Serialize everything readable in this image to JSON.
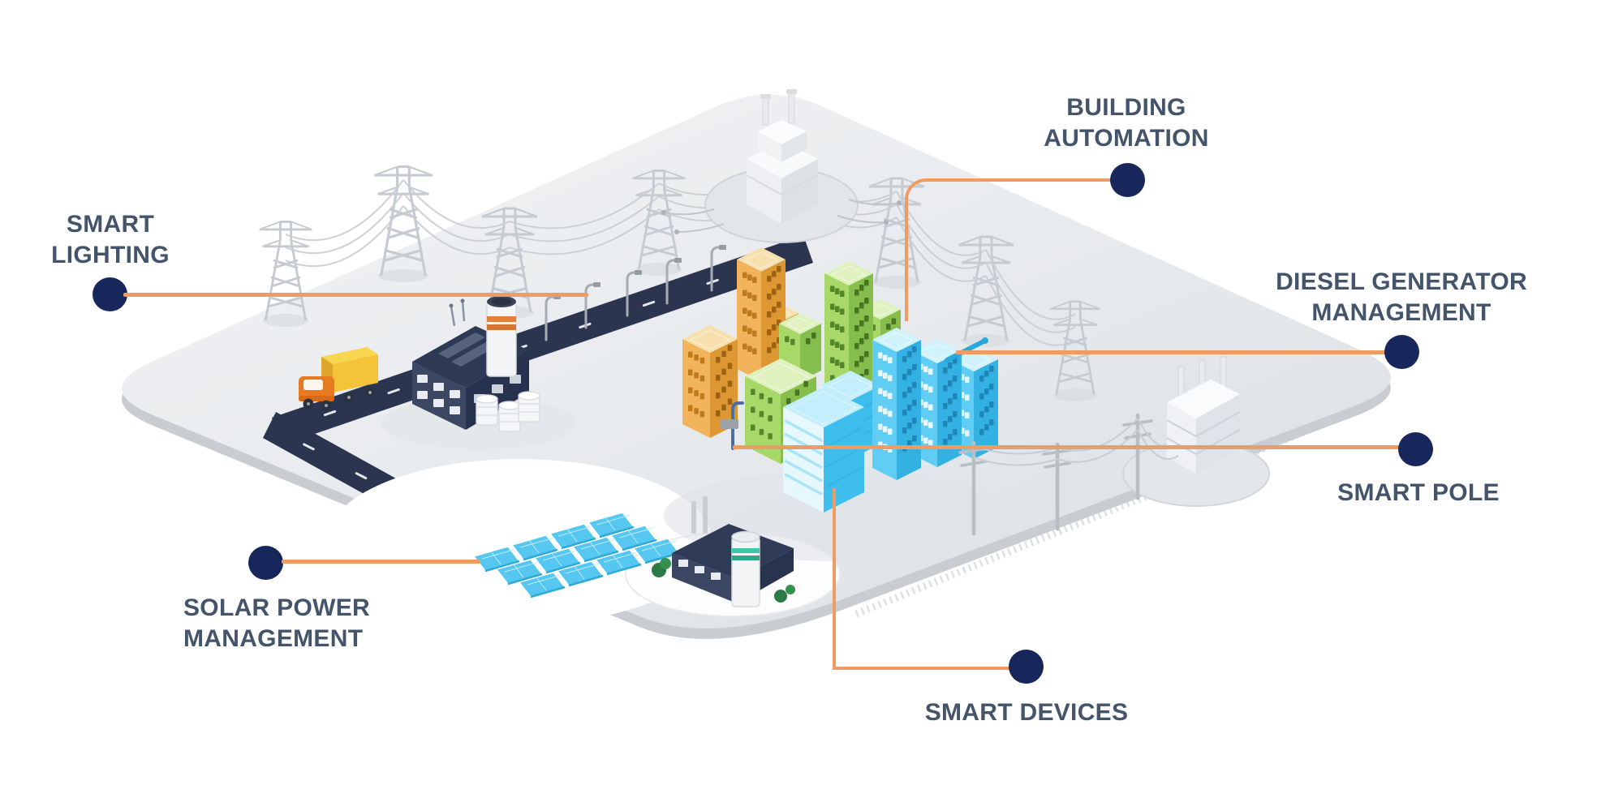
{
  "title": "Smart city energy management infographic",
  "callouts": {
    "smart_lighting": {
      "lines": [
        "SMART",
        "LIGHTING"
      ]
    },
    "building_automation": {
      "lines": [
        "BUILDING",
        "AUTOMATION"
      ]
    },
    "diesel_generator_management": {
      "lines": [
        "DIESEL GENERATOR",
        "MANAGEMENT"
      ]
    },
    "smart_pole": {
      "lines": [
        "SMART POLE"
      ]
    },
    "solar_power_management": {
      "lines": [
        "SOLAR POWER",
        "MANAGEMENT"
      ]
    },
    "smart_devices": {
      "lines": [
        "SMART DEVICES"
      ]
    }
  },
  "colors": {
    "label_text": "#44546A",
    "bullet": "#17265B",
    "connector": "#EF9C63",
    "road": "#2B3550",
    "platform": "#E7EAED",
    "building_orange": "#F2B45A",
    "building_green": "#A8D968",
    "building_cyan": "#5FCDF4"
  }
}
